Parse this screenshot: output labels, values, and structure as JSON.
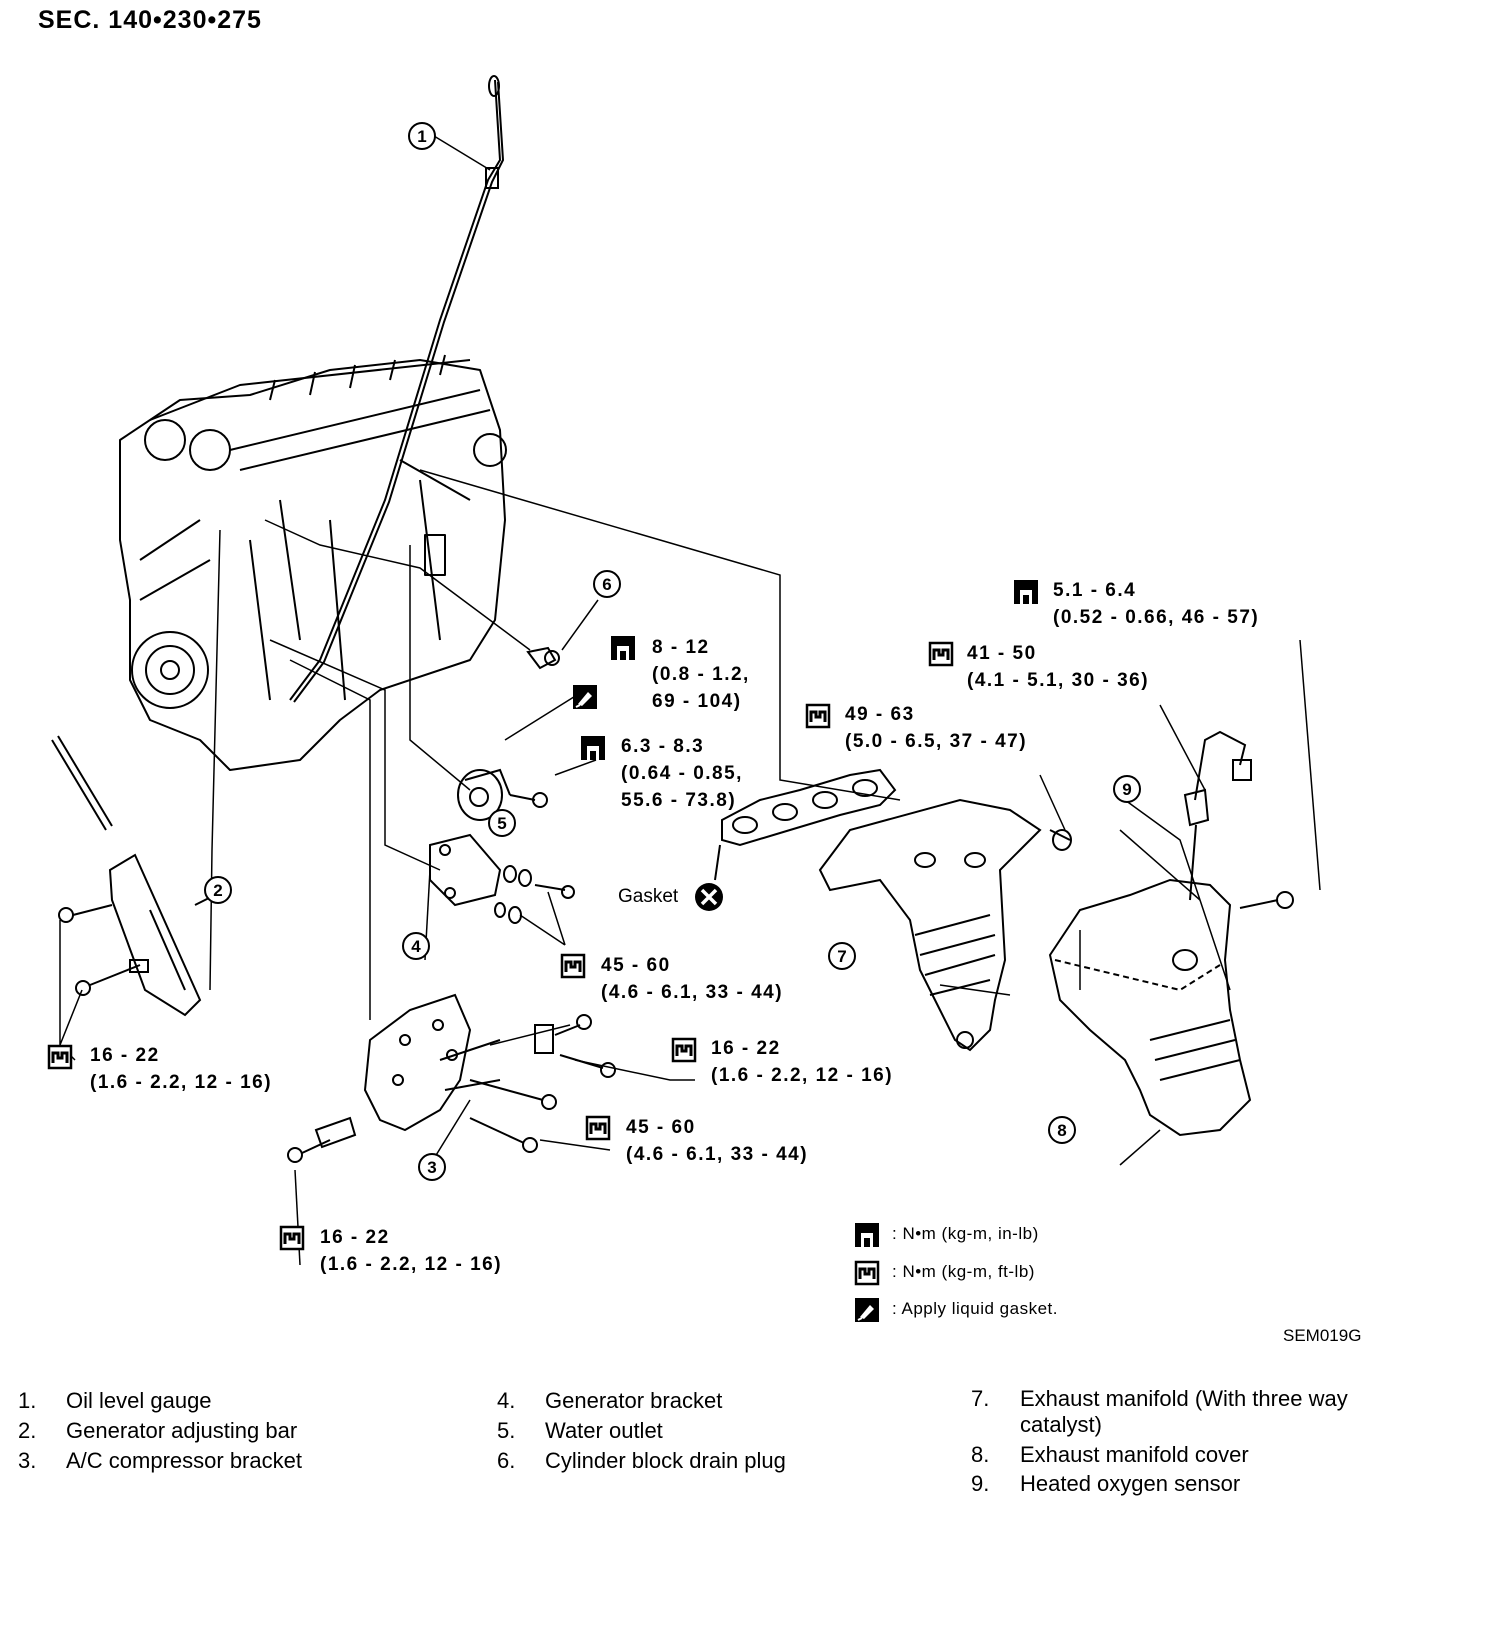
{
  "section": "SEC. 140•230•275",
  "figure_code": "SEM019G",
  "gasket_label": "Gasket",
  "callout_numbers": [
    "1",
    "2",
    "3",
    "4",
    "5",
    "6",
    "7",
    "8",
    "9"
  ],
  "torque_specs": [
    {
      "id": "t1",
      "icon": "wrench-in-lb-icon",
      "line1": "8 - 12",
      "line2": "(0.8 - 1.2,",
      "line3": "69 - 104)"
    },
    {
      "id": "t2",
      "icon": "wrench-in-lb-icon",
      "line1": "6.3 - 8.3",
      "line2": "(0.64 - 0.85,",
      "line3": "55.6 - 73.8)"
    },
    {
      "id": "t3",
      "icon": "wrench-in-lb-icon",
      "line1": "5.1 - 6.4",
      "line2": "(0.52 - 0.66, 46 - 57)"
    },
    {
      "id": "t4",
      "icon": "wrench-ft-lb-icon",
      "line1": "41 - 50",
      "line2": "(4.1 - 5.1, 30 - 36)"
    },
    {
      "id": "t5",
      "icon": "wrench-ft-lb-icon",
      "line1": "49 - 63",
      "line2": "(5.0 - 6.5, 37 - 47)"
    },
    {
      "id": "t6",
      "icon": "wrench-ft-lb-icon",
      "line1": "45 - 60",
      "line2": "(4.6 - 6.1, 33 - 44)"
    },
    {
      "id": "t7",
      "icon": "wrench-ft-lb-icon",
      "line1": "16 - 22",
      "line2": "(1.6 - 2.2, 12 - 16)"
    },
    {
      "id": "t8",
      "icon": "wrench-ft-lb-icon",
      "line1": "16 - 22",
      "line2": "(1.6 - 2.2, 12 - 16)"
    },
    {
      "id": "t9",
      "icon": "wrench-ft-lb-icon",
      "line1": "45 - 60",
      "line2": "(4.6 - 6.1, 33 - 44)"
    },
    {
      "id": "t10",
      "icon": "wrench-ft-lb-icon",
      "line1": "16 - 22",
      "line2": "(1.6 - 2.2, 12 - 16)"
    }
  ],
  "legend": [
    {
      "icon": "wrench-in-lb-icon",
      "text": ": N•m (kg-m, in-lb)"
    },
    {
      "icon": "wrench-ft-lb-icon",
      "text": ": N•m (kg-m, ft-lb)"
    },
    {
      "icon": "liquid-gasket-icon",
      "text": ": Apply liquid gasket."
    }
  ],
  "parts": [
    {
      "num": "1.",
      "name": "Oil level gauge"
    },
    {
      "num": "2.",
      "name": "Generator adjusting bar"
    },
    {
      "num": "3.",
      "name": "A/C compressor bracket"
    },
    {
      "num": "4.",
      "name": "Generator bracket"
    },
    {
      "num": "5.",
      "name": "Water outlet"
    },
    {
      "num": "6.",
      "name": "Cylinder block drain plug"
    },
    {
      "num": "7.",
      "name": "Exhaust manifold (With three way",
      "name2": "catalyst)"
    },
    {
      "num": "8.",
      "name": "Exhaust manifold cover"
    },
    {
      "num": "9.",
      "name": "Heated oxygen sensor"
    }
  ]
}
